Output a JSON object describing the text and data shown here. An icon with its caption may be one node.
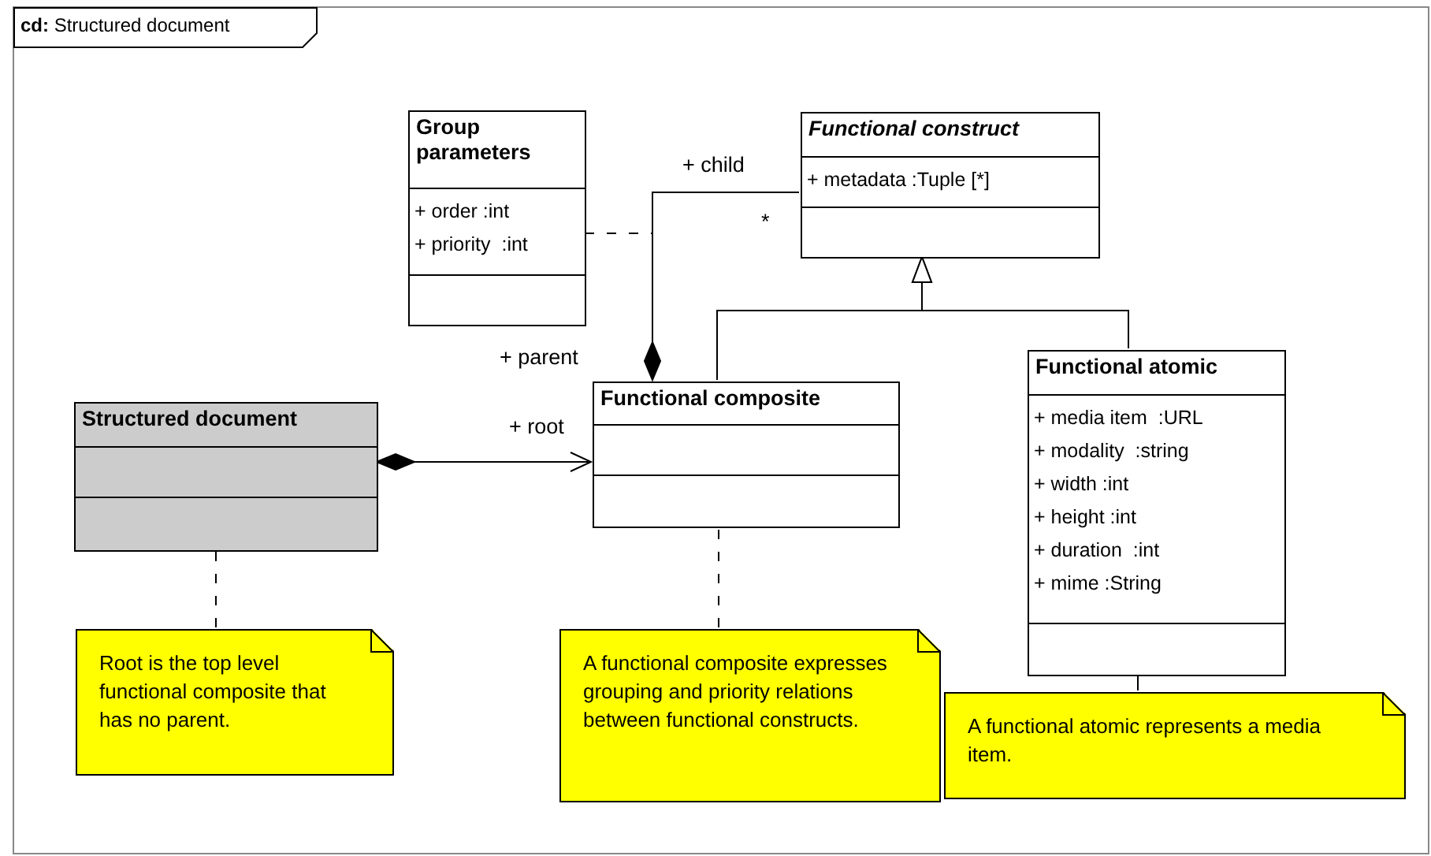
{
  "diagram": {
    "nodes": [
      {
        "text": [
          "**cd:** Structured document"
        ]
      },
      {
        "text": [
          "Group parameters",
          "+ order :int",
          "+ priority  :int"
        ],
        "in": 0
      },
      {
        "text": [
          "Functional construct",
          "+ metadata :Tuple [*]"
        ],
        "in": 0
      },
      {
        "text": [
          "Structured document"
        ],
        "in": 0
      },
      {
        "text": [
          "Functional composite"
        ],
        "in": 0
      },
      {
        "text": [
          "Functional atomic",
          "+ media item  :URL",
          "+ modality  :string",
          "+ width :int",
          "+ height :int",
          "+ duration  :int",
          "+ mime :String"
        ],
        "in": 0
      },
      {
        "text": [
          "Root is the top level functional composite that has no parent."
        ],
        "in": 0
      },
      {
        "text": [
          "A functional composite expresses grouping and priority relations between functional constructs."
        ],
        "in": 0
      },
      {
        "text": [
          "A functional atomic represents a media item."
        ],
        "in": 0
      }
    ],
    "edges": [
      {
        "from": 4,
        "to": 2,
        "arrow": "other"
      },
      {
        "from": 1,
        "to": null,
        "arrow": "none",
        "style": "dashed"
      },
      {
        "from": 4,
        "to": 2,
        "arrow": "to"
      },
      {
        "from": 5,
        "to": 2,
        "arrow": "to"
      },
      {
        "from": 3,
        "to": 4,
        "arrow": "to",
        "label": "+ root"
      },
      {
        "from": 6,
        "to": 3,
        "arrow": "none",
        "style": "dashed"
      },
      {
        "from": 7,
        "to": 4,
        "arrow": "none",
        "style": "dashed"
      },
      {
        "from": 8,
        "to": 5,
        "arrow": "none"
      }
    ],
    "labels": [
      "+ child",
      "*",
      "+ parent"
    ]
  }
}
